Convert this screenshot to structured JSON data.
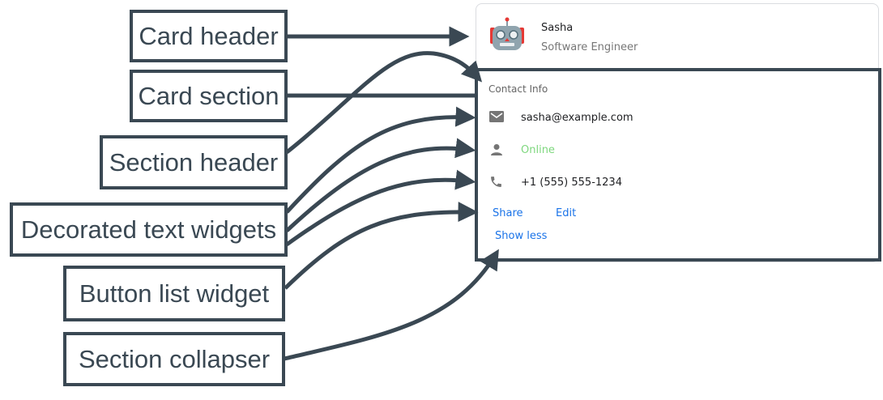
{
  "labels": {
    "card_header": "Card header",
    "card_section": "Card section",
    "section_header": "Section header",
    "decorated_text": "Decorated text widgets",
    "button_list": "Button list widget",
    "section_collapser": "Section collapser"
  },
  "card": {
    "name": "Sasha",
    "title": "Software Engineer",
    "avatar_icon": "robot-icon",
    "section": {
      "header": "Contact Info",
      "items": [
        {
          "icon": "email-icon",
          "text": "sasha@example.com",
          "color": "#202124"
        },
        {
          "icon": "person-icon",
          "text": "Online",
          "color": "#7ed77e"
        },
        {
          "icon": "phone-icon",
          "text": "+1 (555) 555-1234",
          "color": "#202124"
        }
      ],
      "buttons": [
        "Share",
        "Edit"
      ],
      "collapser": "Show less"
    }
  },
  "colors": {
    "annotation": "#3a4853",
    "link": "#1a73e8"
  }
}
